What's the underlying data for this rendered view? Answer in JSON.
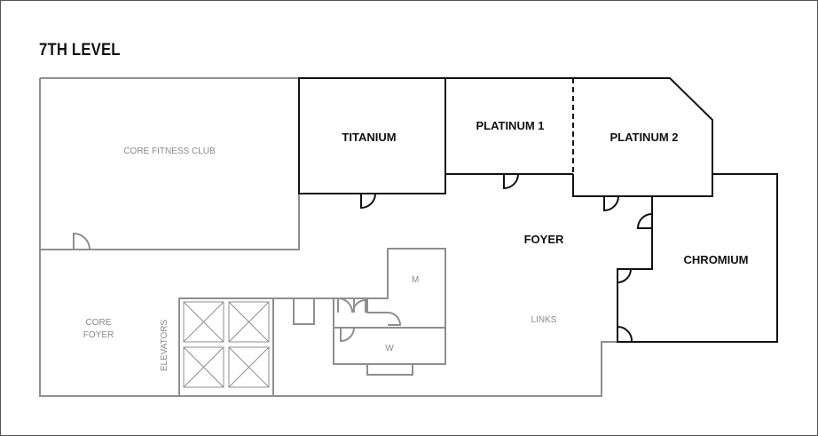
{
  "title": "7TH LEVEL",
  "rooms": {
    "core_fitness_club": "CORE FITNESS CLUB",
    "titanium": "TITANIUM",
    "platinum_1": "PLATINUM 1",
    "platinum_2": "PLATINUM 2",
    "foyer": "FOYER",
    "chromium": "CHROMIUM",
    "links": "LINKS",
    "core_foyer_line1": "CORE",
    "core_foyer_line2": "FOYER",
    "elevators": "ELEVATORS",
    "restroom_m": "M",
    "restroom_w": "W"
  }
}
